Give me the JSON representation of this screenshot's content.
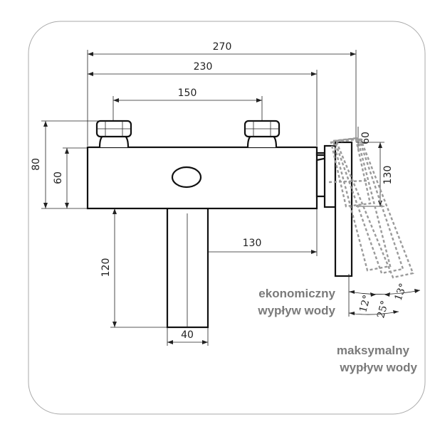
{
  "dimensions": {
    "overall_width": "270",
    "body_width": "230",
    "inlet_spacing": "150",
    "outer_height": "80",
    "body_height": "60",
    "outlet_offset": "130",
    "outlet_height": "120",
    "outlet_width": "40",
    "lever_height": "130",
    "lever_depth": "60"
  },
  "angles": {
    "angle_12": "12°",
    "angle_13": "13°",
    "angle_25": "25°"
  },
  "notes": {
    "economic_line1": "ekonomiczny",
    "economic_line2": "wypływ wody",
    "maximum_line1": "maksymalny",
    "maximum_line2": "wypływ wody"
  },
  "colors": {
    "line": "#111111",
    "dashed_lever": "#9a9a9a",
    "note_text": "#7a7a7a",
    "frame": "#aaaaaa"
  }
}
